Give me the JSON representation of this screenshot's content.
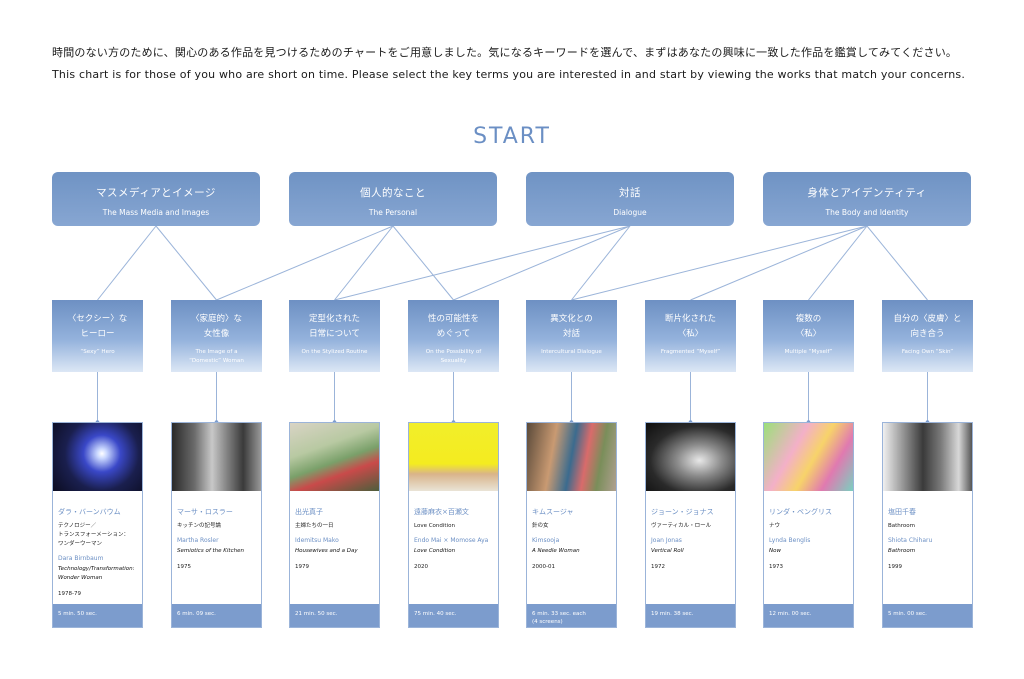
{
  "intro": {
    "ja": "時間のない方のために、関心のある作品を見つけるためのチャートをご用意しました。気になるキーワードを選んで、まずはあなたの興味に一致した作品を鑑賞してみてください。",
    "en": "This chart is for those of you who are short on time. Please select the key terms you are interested in and start by viewing the works that match your concerns."
  },
  "start_label": "START",
  "colors": {
    "accent": "#6b8fc4",
    "box": "#7c9ccd",
    "line": "#9bb4d9"
  },
  "categories": [
    {
      "ja": "マスメディアとイメージ",
      "en": "The Mass Media and Images"
    },
    {
      "ja": "個人的なこと",
      "en": "The Personal"
    },
    {
      "ja": "対話",
      "en": "Dialogue"
    },
    {
      "ja": "身体とアイデンティティ",
      "en": "The Body and Identity"
    }
  ],
  "keywords": [
    {
      "ja": "〈セクシー〉な\nヒーロー",
      "en": "“Sexy” Hero"
    },
    {
      "ja": "〈家庭的〉な\n女性像",
      "en": "The Image of a\n“Domestic” Woman"
    },
    {
      "ja": "定型化された\n日常について",
      "en": "On the Stylized Routine"
    },
    {
      "ja": "性の可能性を\nめぐって",
      "en": "On the Possibility of\nSexuality"
    },
    {
      "ja": "異文化との\n対話",
      "en": "Intercultural Dialogue"
    },
    {
      "ja": "断片化された\n〈私〉",
      "en": "Fragmented “Myself”"
    },
    {
      "ja": "複数の\n〈私〉",
      "en": "Multiple “Myself”"
    },
    {
      "ja": "自分の〈皮膚〉と\n向き合う",
      "en": "Facing Own “Skin”"
    }
  ],
  "edges": [
    [
      0,
      0
    ],
    [
      0,
      1
    ],
    [
      1,
      1
    ],
    [
      1,
      2
    ],
    [
      1,
      3
    ],
    [
      2,
      2
    ],
    [
      2,
      3
    ],
    [
      2,
      4
    ],
    [
      3,
      4
    ],
    [
      3,
      5
    ],
    [
      3,
      6
    ],
    [
      3,
      7
    ]
  ],
  "works": [
    {
      "artist_ja": "ダラ・バーンバウム",
      "title_ja": "テクノロジー／\nトランスフォーメーション：\nワンダーウーマン",
      "artist_en": "Dara Birnbaum",
      "title_en": "Technology/Transformation:\nWonder Woman",
      "year": "1978-79",
      "duration": "5 min. 50 sec."
    },
    {
      "artist_ja": "マーサ・ロスラー",
      "title_ja": "キッチンの記号論",
      "artist_en": "Martha Rosler",
      "title_en": "Semiotics of the Kitchen",
      "year": "1975",
      "duration": "6 min. 09 sec."
    },
    {
      "artist_ja": "出光真子",
      "title_ja": "主婦たちの一日",
      "artist_en": "Idemitsu Mako",
      "title_en": "Housewives and a Day",
      "year": "1979",
      "duration": "21 min. 50 sec."
    },
    {
      "artist_ja": "遠藤麻衣×百瀬文",
      "title_ja": "Love Condition",
      "artist_en": "Endo Mai × Momose Aya",
      "title_en": "Love Condition",
      "year": "2020",
      "duration": "75 min. 40 sec."
    },
    {
      "artist_ja": "キムスージャ",
      "title_ja": "針の女",
      "artist_en": "Kimsooja",
      "title_en": "A Needle Woman",
      "year": "2000-01",
      "duration": "6 min. 33 sec. each\n(4 screens)"
    },
    {
      "artist_ja": "ジョーン・ジョナス",
      "title_ja": "ヴァーティカル・ロール",
      "artist_en": "Joan Jonas",
      "title_en": "Vertical Roll",
      "year": "1972",
      "duration": "19 min. 38 sec."
    },
    {
      "artist_ja": "リンダ・ベングリス",
      "title_ja": "ナウ",
      "artist_en": "Lynda Benglis",
      "title_en": "Now",
      "year": "1973",
      "duration": "12 min. 00 sec."
    },
    {
      "artist_ja": "塩田千春",
      "title_ja": "Bathroom",
      "artist_en": "Shiota Chiharu",
      "title_en": "Bathroom",
      "year": "1999",
      "duration": "5 min. 00 sec."
    }
  ]
}
